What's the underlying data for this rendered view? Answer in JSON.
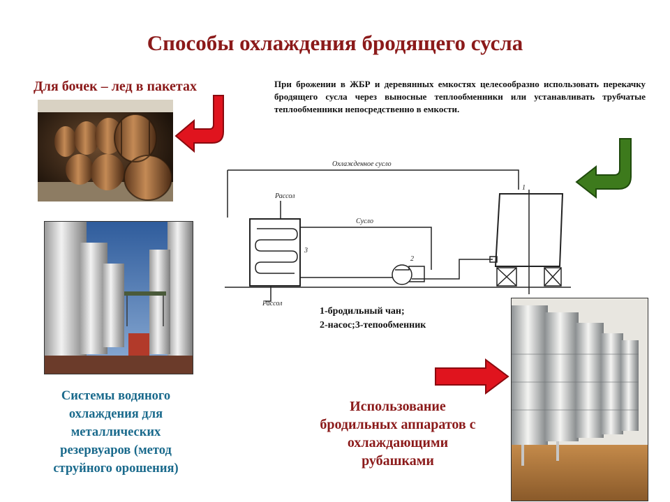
{
  "title": "Способы охлаждения бродящего сусла",
  "barrels": {
    "caption": "Для бочек – лед в пакетах"
  },
  "intro": {
    "text": "При брожении в ЖБР и деревянных емкостях целесообразно использовать перекачку бродящего сусла через выносные теплообменники или устанавливать трубчатые теплообменники непосредственно в емкости."
  },
  "diagram": {
    "label_cooled_must": "Охлажденное сусло",
    "label_brine_top": "Рассол",
    "label_must": "Сусло",
    "label_brine_bottom": "Рассол",
    "label_num_1": "1",
    "label_num_2": "2",
    "label_num_3": "3"
  },
  "legend": {
    "line1": "1-бродильный чан;",
    "line2": "2-насос;3-тепообменник"
  },
  "water": {
    "line1": "Системы водяного",
    "line2": "охлаждения для",
    "line3": "металлических",
    "line4": "резервуаров (метод",
    "line5": "струйного орошения)"
  },
  "jacket": {
    "line1": "Использование",
    "line2": "бродильных аппаратов с",
    "line3": "охлаждающими",
    "line4": "рубашками"
  },
  "colors": {
    "title": "#8b1a1a",
    "water_caption": "#1a6a8c",
    "arrow_red": "#e0141e",
    "arrow_green": "#3d7a1c"
  },
  "icons": [
    "red-curved-arrow-icon",
    "green-curved-arrow-icon",
    "red-right-arrow-icon"
  ]
}
